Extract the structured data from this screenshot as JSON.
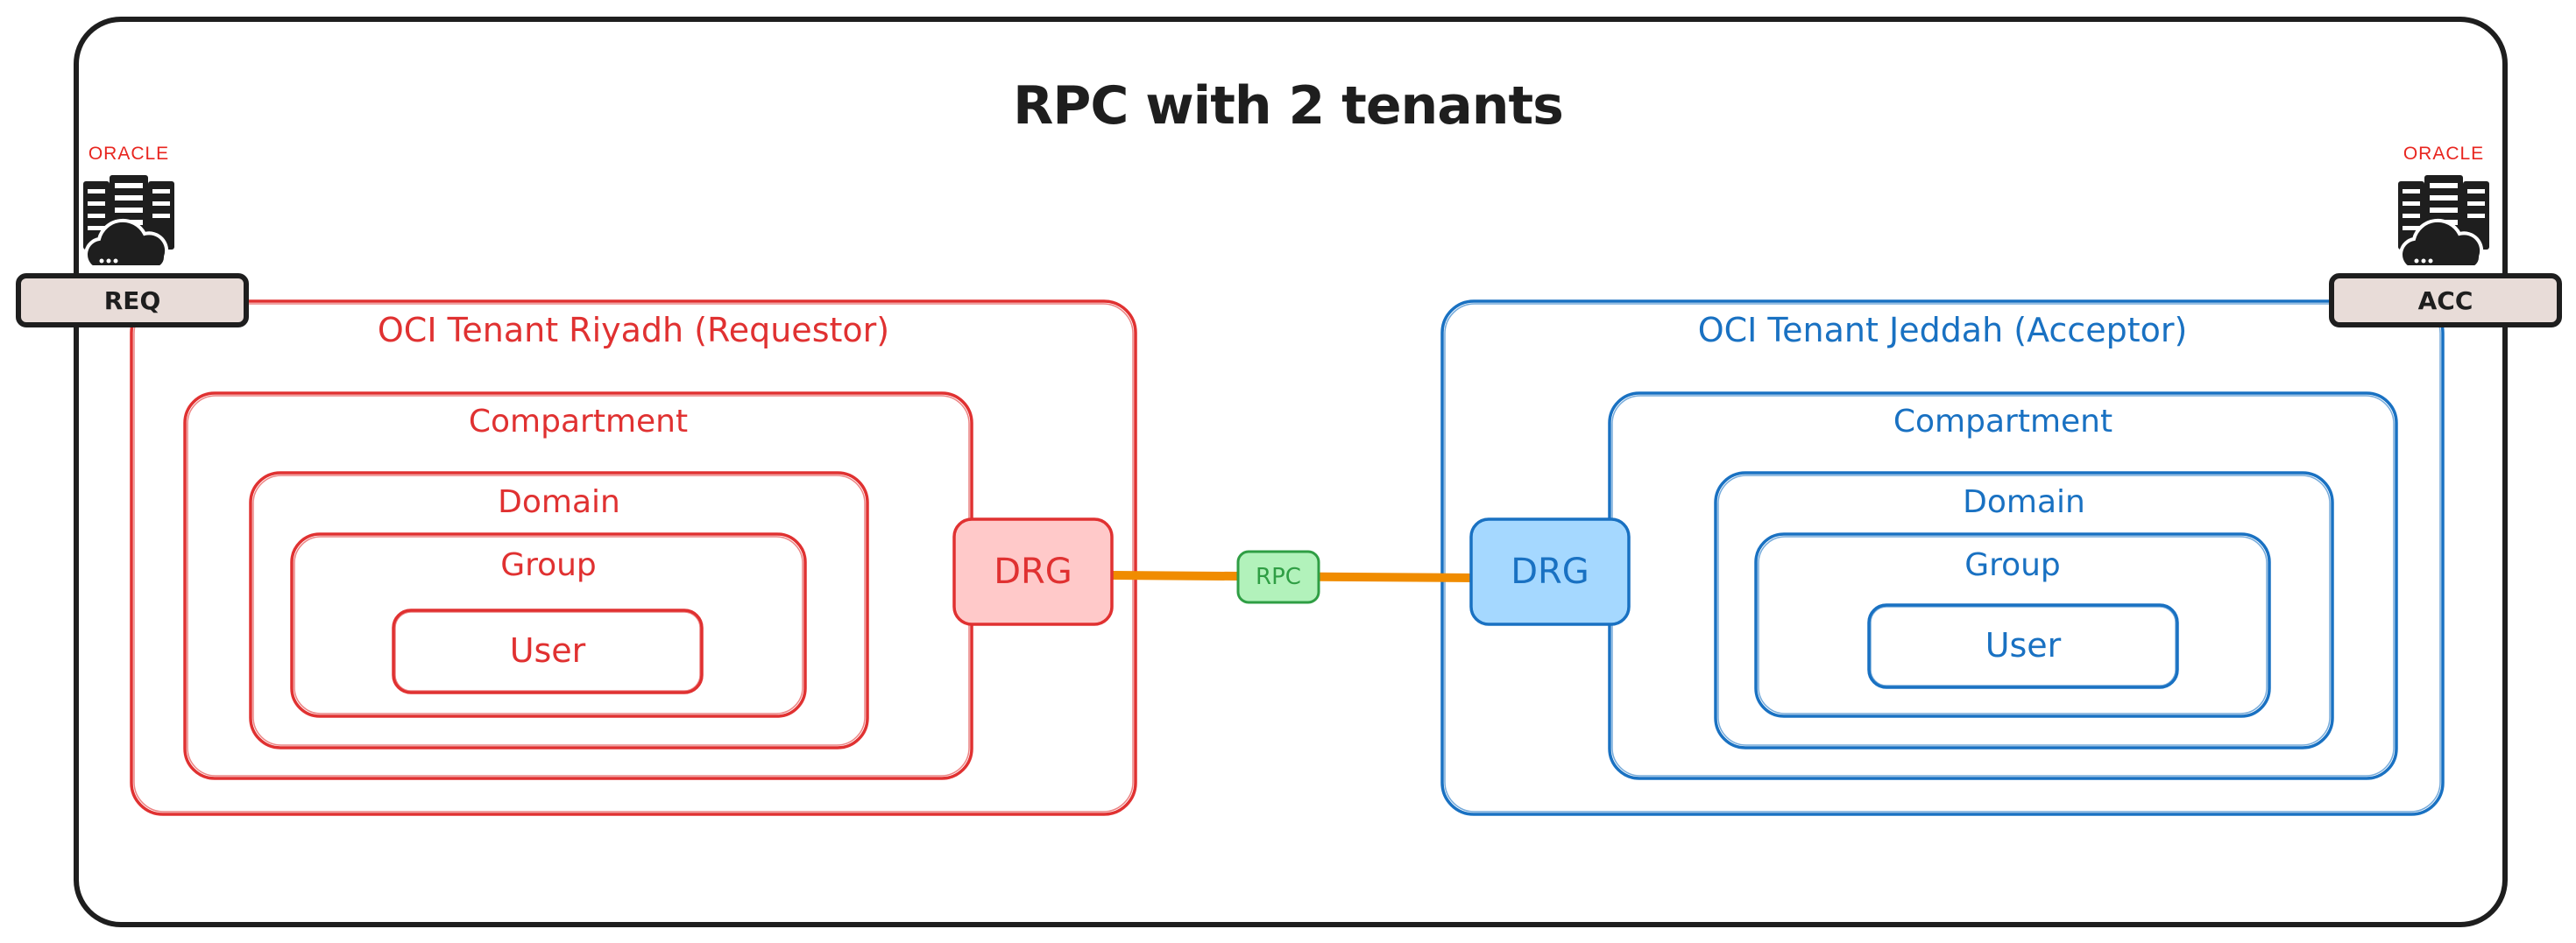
{
  "title": "RPC with 2 tenants",
  "left": {
    "logo_text": "ORACLE",
    "tag": "REQ",
    "tenant": "OCI Tenant Riyadh (Requestor)",
    "compartment": "Compartment",
    "domain": "Domain",
    "group": "Group",
    "user": "User",
    "drg": "DRG"
  },
  "right": {
    "logo_text": "ORACLE",
    "tag": "ACC",
    "tenant": "OCI Tenant Jeddah (Acceptor)",
    "compartment": "Compartment",
    "domain": "Domain",
    "group": "Group",
    "user": "User",
    "drg": "DRG"
  },
  "link_label": "RPC",
  "colors": {
    "left": "#e03131",
    "right": "#1971c2",
    "left_drg_fill": "#ffc9c9",
    "right_drg_fill": "#a5d8ff",
    "rpc_fill": "#b2f2bb",
    "rpc_text": "#2f9e44",
    "link": "#f08c00",
    "tag_fill": "#e8dcd8"
  }
}
